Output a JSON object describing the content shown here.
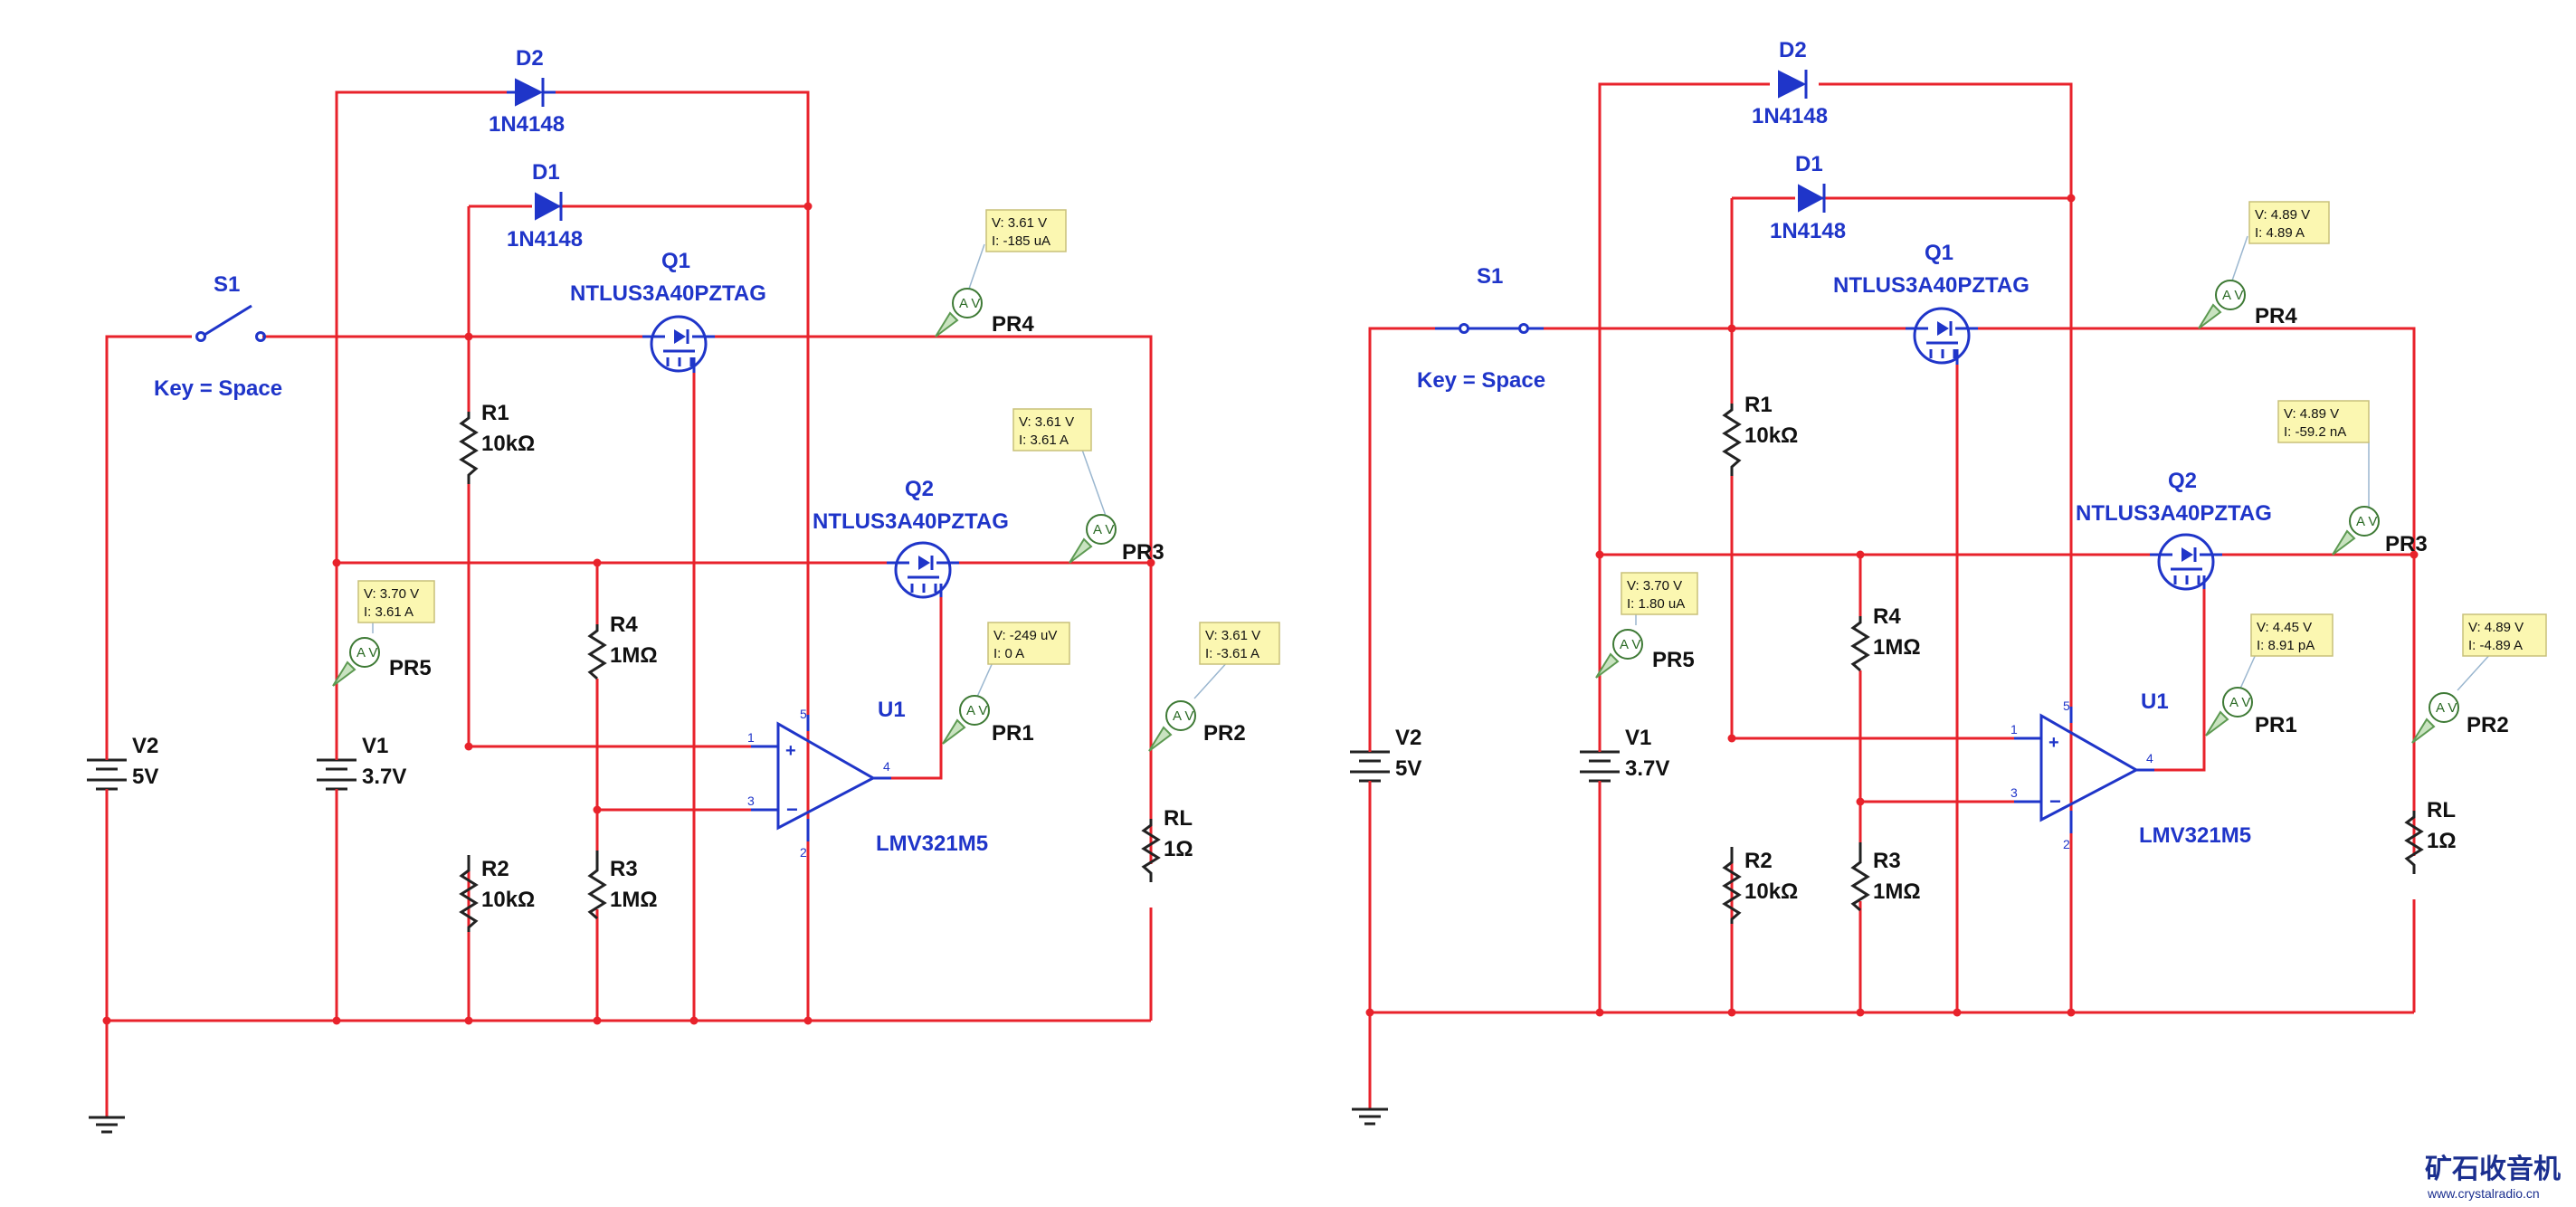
{
  "panels": [
    {
      "components": {
        "D2": {
          "ref": "D2",
          "value": "1N4148"
        },
        "D1": {
          "ref": "D1",
          "value": "1N4148"
        },
        "Q1": {
          "ref": "Q1",
          "value": "NTLUS3A40PZTAG"
        },
        "Q2": {
          "ref": "Q2",
          "value": "NTLUS3A40PZTAG"
        },
        "S1": {
          "ref": "S1",
          "key": "Key = Space"
        },
        "R1": {
          "ref": "R1",
          "value": "10kΩ"
        },
        "R2": {
          "ref": "R2",
          "value": "10kΩ"
        },
        "R3": {
          "ref": "R3",
          "value": "1MΩ"
        },
        "R4": {
          "ref": "R4",
          "value": "1MΩ"
        },
        "RL": {
          "ref": "RL",
          "value": "1Ω"
        },
        "V1": {
          "ref": "V1",
          "value": "3.7V"
        },
        "V2": {
          "ref": "V2",
          "value": "5V"
        },
        "U1": {
          "ref": "U1",
          "value": "LMV321M5",
          "pins": [
            "1",
            "2",
            "3",
            "4",
            "5"
          ]
        }
      },
      "probes": {
        "PR1": {
          "name": "PR1",
          "v": "V: -249 uV",
          "i": "I: 0 A"
        },
        "PR2": {
          "name": "PR2",
          "v": "V: 3.61 V",
          "i": "I: -3.61 A"
        },
        "PR3": {
          "name": "PR3",
          "v": "V: 3.61 V",
          "i": "I: 3.61 A"
        },
        "PR4": {
          "name": "PR4",
          "v": "V: 3.61 V",
          "i": "I: -185 uA"
        },
        "PR5": {
          "name": "PR5",
          "v": "V: 3.70 V",
          "i": "I: 3.61 A"
        }
      }
    },
    {
      "components": {
        "D2": {
          "ref": "D2",
          "value": "1N4148"
        },
        "D1": {
          "ref": "D1",
          "value": "1N4148"
        },
        "Q1": {
          "ref": "Q1",
          "value": "NTLUS3A40PZTAG"
        },
        "Q2": {
          "ref": "Q2",
          "value": "NTLUS3A40PZTAG"
        },
        "S1": {
          "ref": "S1",
          "key": "Key = Space"
        },
        "R1": {
          "ref": "R1",
          "value": "10kΩ"
        },
        "R2": {
          "ref": "R2",
          "value": "10kΩ"
        },
        "R3": {
          "ref": "R3",
          "value": "1MΩ"
        },
        "R4": {
          "ref": "R4",
          "value": "1MΩ"
        },
        "RL": {
          "ref": "RL",
          "value": "1Ω"
        },
        "V1": {
          "ref": "V1",
          "value": "3.7V"
        },
        "V2": {
          "ref": "V2",
          "value": "5V"
        },
        "U1": {
          "ref": "U1",
          "value": "LMV321M5",
          "pins": [
            "1",
            "2",
            "3",
            "4",
            "5"
          ]
        }
      },
      "probes": {
        "PR1": {
          "name": "PR1",
          "v": "V: 4.45 V",
          "i": "I: 8.91 pA"
        },
        "PR2": {
          "name": "PR2",
          "v": "V: 4.89 V",
          "i": "I: -4.89 A"
        },
        "PR3": {
          "name": "PR3",
          "v": "V: 4.89 V",
          "i": "I: -59.2 nA"
        },
        "PR4": {
          "name": "PR4",
          "v": "V: 4.89 V",
          "i": "I: 4.89 A"
        },
        "PR5": {
          "name": "PR5",
          "v": "V: 3.70 V",
          "i": "I: 1.80 uA"
        }
      }
    }
  ],
  "probe_symbol": "A V",
  "watermark": {
    "name": "矿石收音机",
    "url": "www.crystalradio.cn"
  },
  "colors": {
    "wire": "#e8222b",
    "component": "#1f35c9",
    "probe_box": "#fbf7b1",
    "probe": "#3e7a35"
  }
}
